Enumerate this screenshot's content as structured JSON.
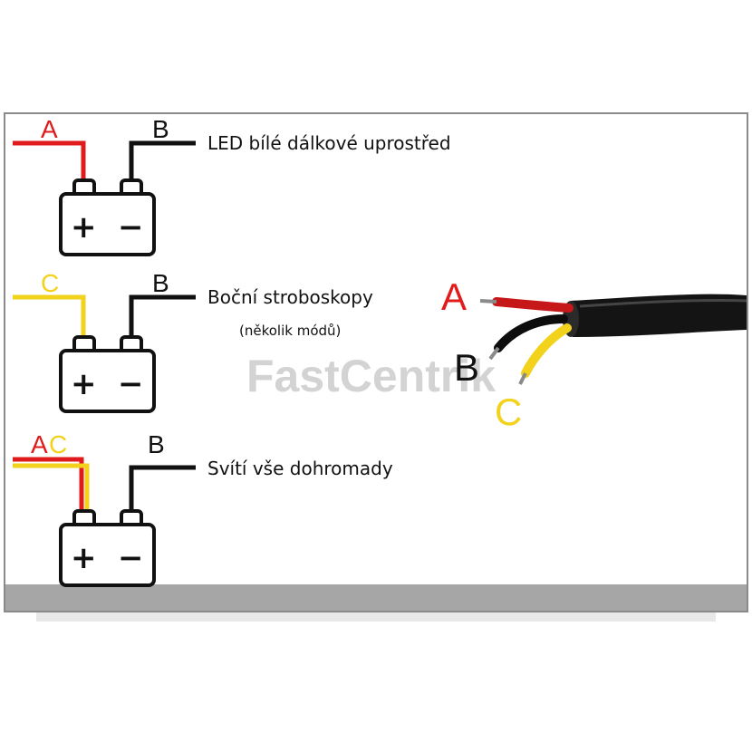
{
  "colors": {
    "red_wire": "#e01b1b",
    "black_wire": "#111111",
    "yellow_wire": "#f2d21b",
    "frame_border": "#8a8a8a",
    "bottom_bar": "#a6a6a6",
    "watermark": "#cfcfcf"
  },
  "diagrams": [
    {
      "left_letters": [
        "A"
      ],
      "left_letter_colors": [
        "#e01b1b"
      ],
      "right_letter": "B",
      "plus": "+",
      "minus": "−",
      "label": "LED bílé dálkové uprostřed",
      "sublabel": ""
    },
    {
      "left_letters": [
        "C"
      ],
      "left_letter_colors": [
        "#f2d21b"
      ],
      "right_letter": "B",
      "plus": "+",
      "minus": "−",
      "label": "Boční stroboskopy",
      "sublabel": "(několik módů)"
    },
    {
      "left_letters": [
        "A",
        "C"
      ],
      "left_letter_colors": [
        "#e01b1b",
        "#f2d21b"
      ],
      "right_letter": "B",
      "plus": "+",
      "minus": "−",
      "label": "Svítí vše dohromady",
      "sublabel": ""
    }
  ],
  "cable": {
    "labels": [
      "A",
      "B",
      "C"
    ],
    "label_colors": [
      "#e01b1b",
      "#111111",
      "#f2d21b"
    ]
  },
  "watermark": "FastCentrik"
}
